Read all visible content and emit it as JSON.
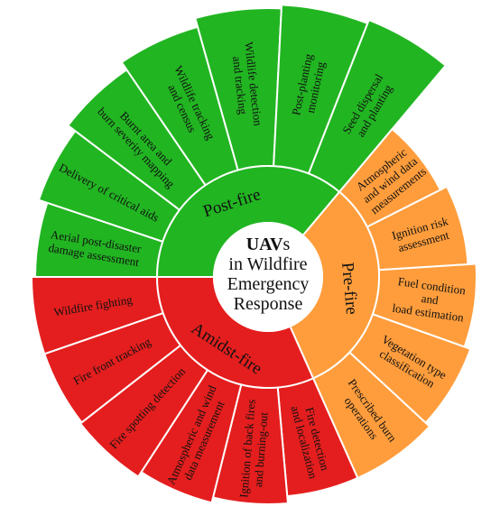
{
  "center": {
    "lines": [
      {
        "bold": "UAV",
        "normal": "s"
      },
      {
        "bold": "",
        "normal": "in Wildfire"
      },
      {
        "bold": "",
        "normal": "Emergency"
      },
      {
        "bold": "",
        "normal": "Response"
      }
    ]
  },
  "colors": {
    "post_fire": "#22b522",
    "pre_fire": "#ff9d3c",
    "amidst_fire": "#e41e1e",
    "outline": "#ffffff"
  },
  "categories": [
    {
      "id": "post-fire",
      "label": "Post-fire",
      "items": [
        {
          "id": "aerial-post-disaster",
          "lines": [
            "Aerial post-disaster",
            "damage assessment"
          ]
        },
        {
          "id": "delivery-aids",
          "lines": [
            "Delivery of critical aids"
          ]
        },
        {
          "id": "burnt-area",
          "lines": [
            "Burnt area and",
            "burn severity mapping"
          ]
        },
        {
          "id": "wildlife-tracking",
          "lines": [
            "Wildlife tracking",
            "and census"
          ]
        },
        {
          "id": "wildlife-detection",
          "lines": [
            "Wildlife detection",
            "and tracking"
          ]
        },
        {
          "id": "post-planting",
          "lines": [
            "Post-planting",
            "monitoring"
          ]
        },
        {
          "id": "seed-dispersal",
          "lines": [
            "Seed dispersal",
            "and planting"
          ]
        }
      ]
    },
    {
      "id": "pre-fire",
      "label": "Pre-fire",
      "items": [
        {
          "id": "atmospheric-wind-pre",
          "lines": [
            "Atmospheric",
            "and wind data",
            "measurements"
          ]
        },
        {
          "id": "ignition-risk",
          "lines": [
            "Ignition risk",
            "assessment"
          ]
        },
        {
          "id": "fuel-condition",
          "lines": [
            "Fuel condition",
            "and",
            "load estimation"
          ]
        },
        {
          "id": "vegetation-type",
          "lines": [
            "Vegetation type",
            "classification"
          ]
        },
        {
          "id": "prescribed-burn",
          "lines": [
            "Prescribed burn",
            "operations"
          ]
        }
      ]
    },
    {
      "id": "amidst-fire",
      "label": "Amidst-fire",
      "items": [
        {
          "id": "fire-detection",
          "lines": [
            "Fire detection",
            "and localization"
          ]
        },
        {
          "id": "ignition-back-fires",
          "lines": [
            "Ignition of back fires",
            "and burning-out"
          ]
        },
        {
          "id": "atmospheric-wind-amidst",
          "lines": [
            "Atmospheric and wind",
            "data measurement"
          ]
        },
        {
          "id": "fire-spotting",
          "lines": [
            "Fire spotting detection"
          ]
        },
        {
          "id": "fire-front-tracking",
          "lines": [
            "Fire front tracking"
          ]
        },
        {
          "id": "wildfire-fighting",
          "lines": [
            "Wildfire fighting"
          ]
        }
      ]
    }
  ]
}
